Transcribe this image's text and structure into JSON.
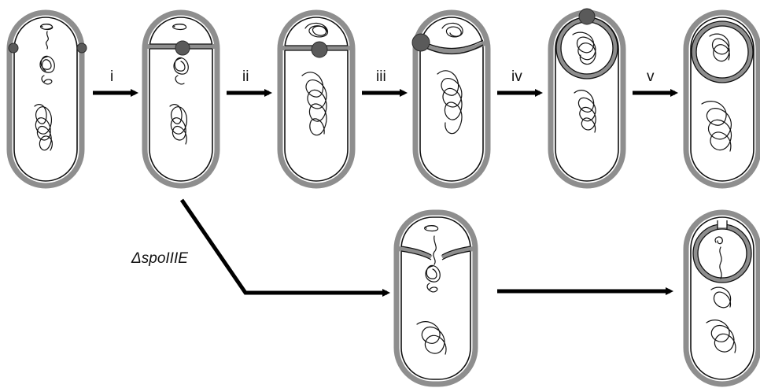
{
  "steps": {
    "i": "i",
    "ii": "ii",
    "iii": "iii",
    "iv": "iv",
    "v": "v"
  },
  "mutant_label": "ΔspoIIIE",
  "colors": {
    "cell_wall": "#8e8e8e",
    "motor_protein": "#5a5a5a",
    "arrow": "#000000"
  },
  "icons": {
    "motor": "grey-dot",
    "chromosome": "tangled-line"
  }
}
